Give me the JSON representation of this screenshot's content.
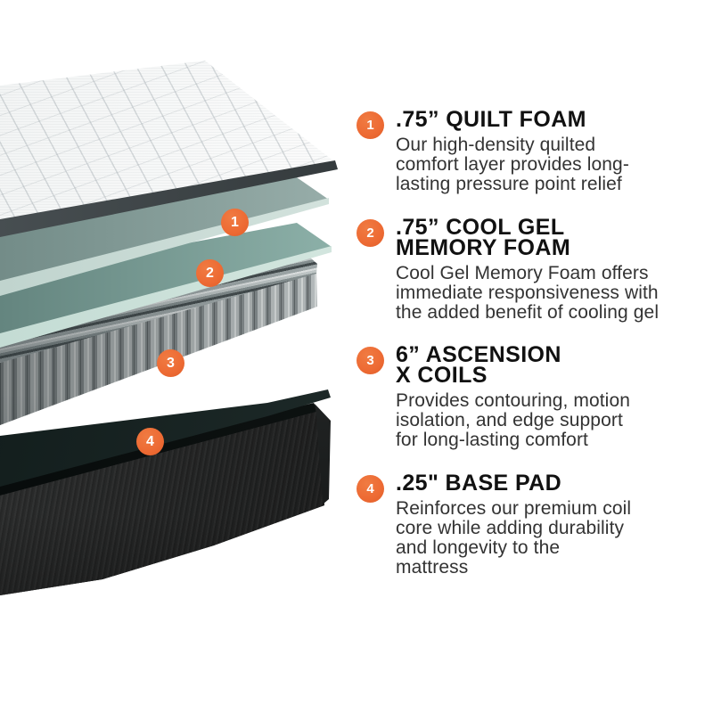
{
  "colors": {
    "accent": "#ED6A33",
    "title-text": "#111111",
    "body-text": "#333333",
    "quilt_white": "#F4F6F6",
    "quilt_edge_gray": "#33393C",
    "gel_foam_teal_upper": "#9DB3B0",
    "gel_foam_teal_lower": "#A5C8C0",
    "coil_gray": "#B9BFC0",
    "base_pad_dark": "#1C2928",
    "base_charcoal": "#262727"
  },
  "diagram": {
    "badges": [
      {
        "number": "1",
        "points_to": "quilt foam layer"
      },
      {
        "number": "2",
        "points_to": "cool gel memory foam layer"
      },
      {
        "number": "3",
        "points_to": "ascension x coils layer"
      },
      {
        "number": "4",
        "points_to": "base pad layer"
      }
    ]
  },
  "sections": [
    {
      "number": "1",
      "title_lines": [
        ".75” QUILT FOAM"
      ],
      "body_lines": [
        "Our high-density quilted",
        "comfort layer provides long-",
        "lasting pressure point relief"
      ]
    },
    {
      "number": "2",
      "title_lines": [
        ".75” COOL GEL",
        "MEMORY FOAM"
      ],
      "body_lines": [
        "Cool Gel Memory Foam offers",
        "immediate responsiveness with",
        "the added benefit of cooling gel"
      ]
    },
    {
      "number": "3",
      "title_lines": [
        "6” ASCENSION",
        "X COILS"
      ],
      "body_lines": [
        "Provides contouring, motion",
        "isolation, and edge support",
        "for long-lasting comfort"
      ]
    },
    {
      "number": "4",
      "title_lines": [
        ".25\" BASE PAD"
      ],
      "body_lines": [
        "Reinforces our premium coil",
        "core while adding durability",
        "and longevity to the",
        "mattress"
      ]
    }
  ]
}
